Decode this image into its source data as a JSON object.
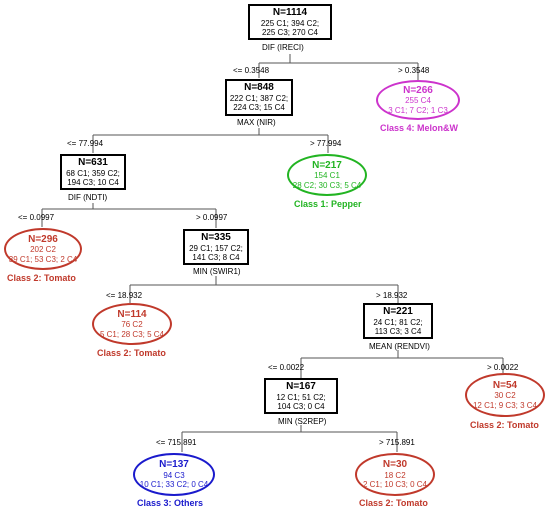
{
  "colors": {
    "pepper": "#22b422",
    "melon": "#cc33cc",
    "tomato": "#c0392b",
    "others": "#1a1acc",
    "edge": "#555555"
  },
  "nodes": {
    "root": {
      "n": "N=1114",
      "c1": "225 C1; 394 C2;",
      "c2": "225 C3; 270 C4",
      "split": "DIF (IRECI)"
    },
    "n848": {
      "n": "N=848",
      "c1": "222 C1; 387 C2;",
      "c2": "224 C3; 15 C4",
      "split": "MAX (NIR)"
    },
    "n266": {
      "n": "N=266",
      "c1": "255 C4",
      "c2": "3 C1; 7 C2; 1 C3",
      "cls": "Class 4: Melon&W"
    },
    "n631": {
      "n": "N=631",
      "c1": "68 C1; 359 C2;",
      "c2": "194 C3; 10 C4",
      "split": "DIF (NDTI)"
    },
    "n217": {
      "n": "N=217",
      "c1": "154 C1",
      "c2": "28 C2; 30 C3; 5 C4",
      "cls": "Class 1: Pepper"
    },
    "n296": {
      "n": "N=296",
      "c1": "202 C2",
      "c2": "39 C1; 53 C3; 2 C4",
      "cls": "Class 2: Tomato"
    },
    "n335": {
      "n": "N=335",
      "c1": "29 C1; 157 C2;",
      "c2": "141 C3; 8 C4",
      "split": "MIN (SWIR1)"
    },
    "n114": {
      "n": "N=114",
      "c1": "76 C2",
      "c2": "5 C1; 28 C3; 5 C4",
      "cls": "Class 2: Tomato"
    },
    "n221": {
      "n": "N=221",
      "c1": "24 C1; 81 C2;",
      "c2": "113 C3; 3 C4",
      "split": "MEAN (RENDVI)"
    },
    "n167": {
      "n": "N=167",
      "c1": "12 C1; 51 C2;",
      "c2": "104 C3; 0 C4",
      "split": "MIN (S2REP)"
    },
    "n54": {
      "n": "N=54",
      "c1": "30 C2",
      "c2": "12 C1; 9 C3; 3 C4",
      "cls": "Class 2: Tomato"
    },
    "n137": {
      "n": "N=137",
      "c1": "94 C3",
      "c2": "10 C1; 33 C2; 0 C4",
      "cls": "Class 3: Others"
    },
    "n30": {
      "n": "N=30",
      "c1": "18 C2",
      "c2": "2 C1; 10 C3; 0 C4",
      "cls": "Class 2: Tomato"
    }
  },
  "edges": {
    "root_l": "<= 0.3548",
    "root_r": "> 0.3548",
    "n848_l": "<= 77.994",
    "n848_r": "> 77.994",
    "n631_l": "<= 0.0997",
    "n631_r": "> 0.0997",
    "n335_l": "<= 18.932",
    "n335_r": "> 18.932",
    "n221_l": "<= 0.0022",
    "n221_r": "> 0.0022",
    "n167_l": "<= 715.891",
    "n167_r": "> 715.891"
  }
}
